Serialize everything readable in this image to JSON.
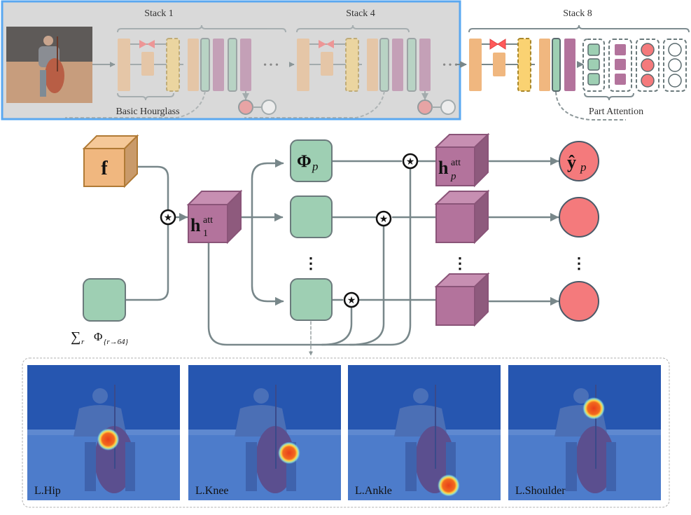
{
  "figure": {
    "top": {
      "stacks": [
        {
          "label": "Stack 1"
        },
        {
          "label": "Stack 4"
        },
        {
          "label": "Stack 8"
        }
      ],
      "basic_hourglass_label": "Basic Hourglass",
      "part_attention_label": "Part Attention",
      "ellipsis": "• • •"
    },
    "middle": {
      "feature_label": "f",
      "h1_label": "h",
      "h1_sup": "att",
      "h1_sub": "1",
      "phi_label": "Φ",
      "phi_sub": "p",
      "hp_label": "h",
      "hp_sup": "att",
      "hp_sub": "p",
      "y_label": "ŷ",
      "y_sub": "p",
      "sum_label": "∑",
      "sum_sub": "r",
      "sum_phi": "Φ",
      "sum_phi_sub": "{r→64}",
      "vdots": "⋮"
    },
    "bottom": {
      "panels": [
        {
          "label": "L.Hip",
          "heat_x": 0.53,
          "heat_y": 0.55
        },
        {
          "label": "L.Knee",
          "heat_x": 0.66,
          "heat_y": 0.65
        },
        {
          "label": "L.Ankle",
          "heat_x": 0.66,
          "heat_y": 0.89
        },
        {
          "label": "L.Shoulder",
          "heat_x": 0.56,
          "heat_y": 0.32
        }
      ]
    },
    "colors": {
      "orange": "#f0b77f",
      "yellow": "#fad272",
      "green": "#9ecfb3",
      "purple": "#b3739c",
      "red": "#f47a7c",
      "line": "#78878a",
      "highlight_border": "#5aa8f0"
    }
  }
}
